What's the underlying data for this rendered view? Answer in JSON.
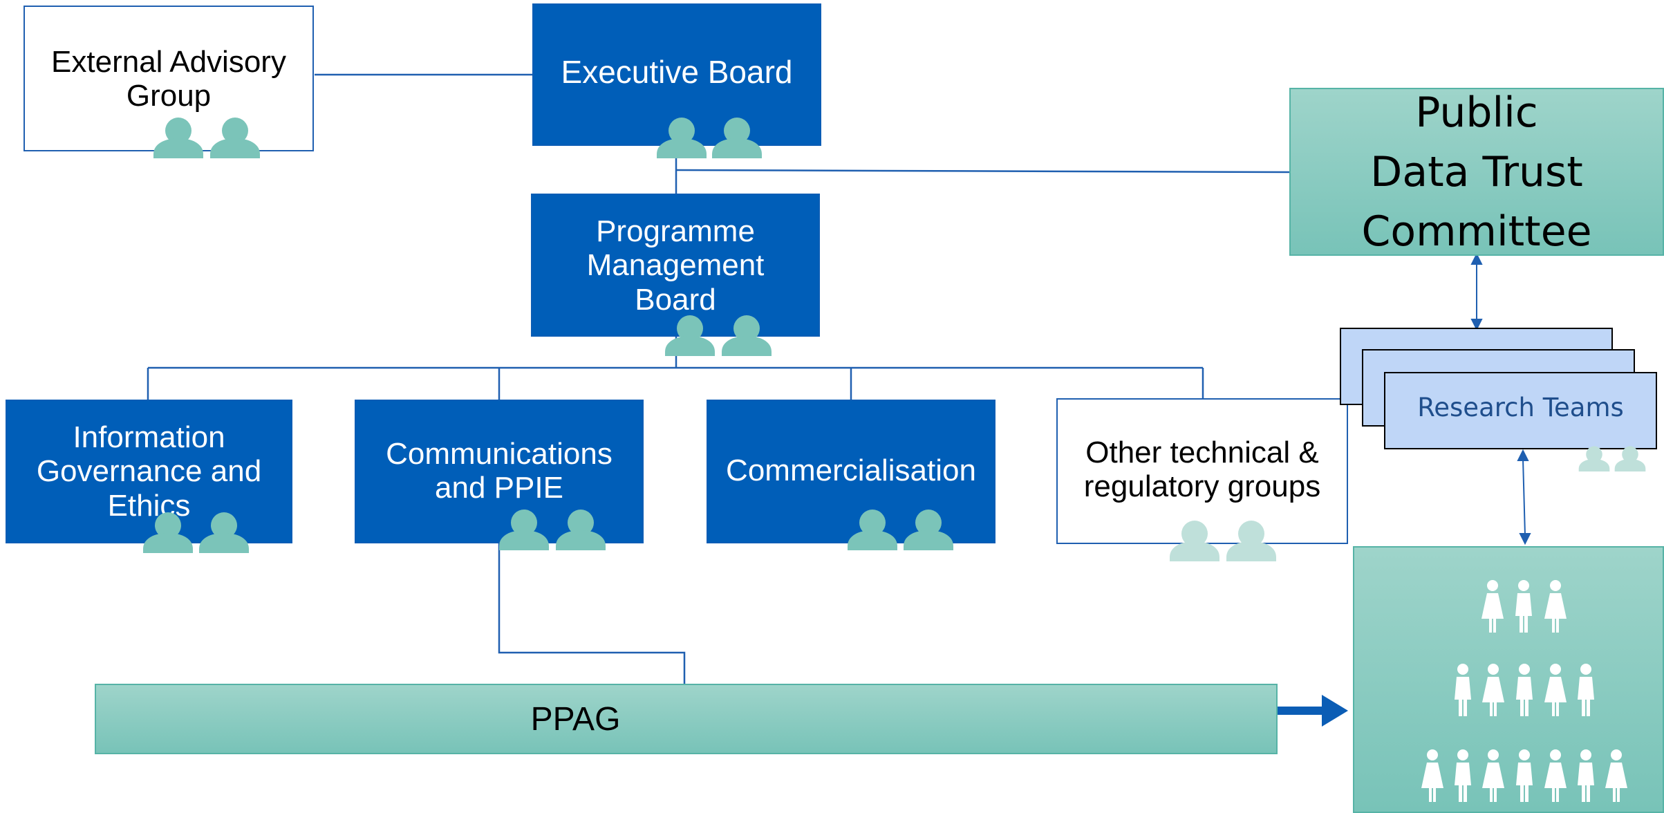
{
  "colors": {
    "board_blue": "#005EB8",
    "line_blue": "#1F5FB0",
    "teal": "#7BC4B9",
    "teal_light": "#BFE0DA",
    "research_fill": "#BFD6F7",
    "research_text": "#1F4E8C"
  },
  "nodes": {
    "external_advisory": "External Advisory Group",
    "executive_board": "Executive Board",
    "public_trust": [
      "Public",
      "Data Trust",
      "Committee"
    ],
    "programme_board": "Programme Management Board",
    "info_gov": "Information Governance and Ethics",
    "comms": "Communications and PPIE",
    "commercial": "Commercialisation",
    "other_groups": "Other technical & regulatory groups",
    "research_teams": "Research Teams",
    "ppag": "PPAG"
  },
  "icons": {
    "people_pair": "people-pair-icon",
    "public_crowd": "public-crowd-icon"
  }
}
